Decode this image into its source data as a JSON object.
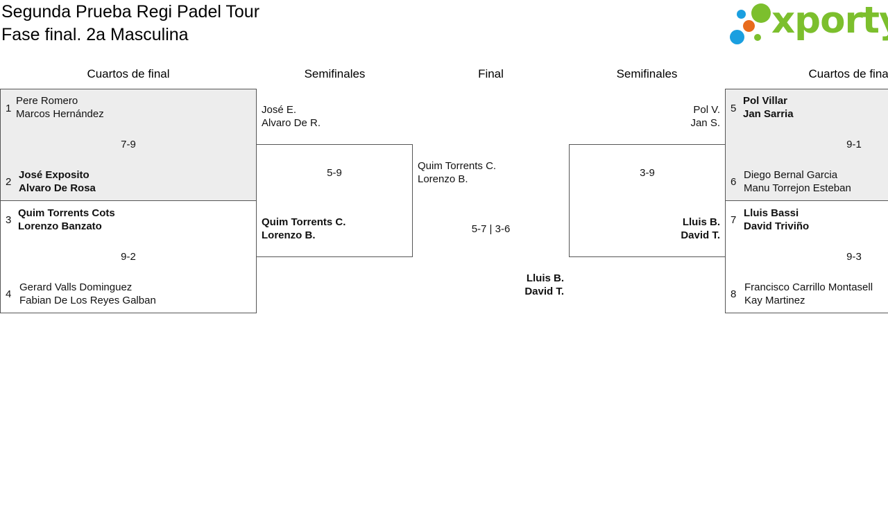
{
  "header": {
    "title_line1": "Segunda Prueba Regi Padel Tour",
    "title_line2": "Fase final. 2a Masculina",
    "logo_text": "xporty",
    "logo_colors": [
      "#1a9fe0",
      "#7cbf2d",
      "#e86b1c",
      "#1a9fe0",
      "#7cbf2d"
    ]
  },
  "columns": {
    "left_quarters": "Cuartos de final",
    "left_semis": "Semifinales",
    "final": "Final",
    "right_semis": "Semifinales",
    "right_quarters": "Cuartos de final"
  },
  "left_quarters": [
    {
      "seed_a": "1",
      "team_a": [
        "Pere Romero",
        "Marcos Hernández"
      ],
      "score": "7-9",
      "seed_b": "2",
      "team_b": [
        "José Exposito",
        "Alvaro De Rosa"
      ],
      "winner": "b"
    },
    {
      "seed_a": "3",
      "team_a": [
        "Quim Torrents Cots",
        "Lorenzo Banzato"
      ],
      "score": "9-2",
      "seed_b": "4",
      "team_b": [
        "Gerard Valls Dominguez",
        "Fabian De Los Reyes Galban"
      ],
      "winner": "a"
    }
  ],
  "right_quarters": [
    {
      "seed_a": "5",
      "team_a": [
        "Pol Villar",
        "Jan Sarria"
      ],
      "score": "9-1",
      "seed_b": "6",
      "team_b": [
        "Diego Bernal Garcia",
        "Manu Torrejon Esteban"
      ],
      "winner": "a"
    },
    {
      "seed_a": "7",
      "team_a": [
        "Lluis Bassi",
        "David Triviño"
      ],
      "score": "9-3",
      "seed_b": "8",
      "team_b": [
        "Francisco Carrillo Montasell",
        "Kay Martinez"
      ],
      "winner": "a"
    }
  ],
  "left_semi": {
    "team_a": [
      "José E.",
      "Alvaro De R."
    ],
    "score": "5-9",
    "team_b": [
      "Quim Torrents C.",
      "Lorenzo B."
    ],
    "winner": "b"
  },
  "right_semi": {
    "team_a": [
      "Pol V.",
      "Jan S."
    ],
    "score": "3-9",
    "team_b": [
      "Lluis B.",
      "David T."
    ],
    "winner": "b"
  },
  "final": {
    "team_a": [
      "Quim Torrents C.",
      "Lorenzo B."
    ],
    "score": "5-7 | 3-6",
    "team_b": [
      "Lluis B.",
      "David T."
    ],
    "winner": "b"
  }
}
